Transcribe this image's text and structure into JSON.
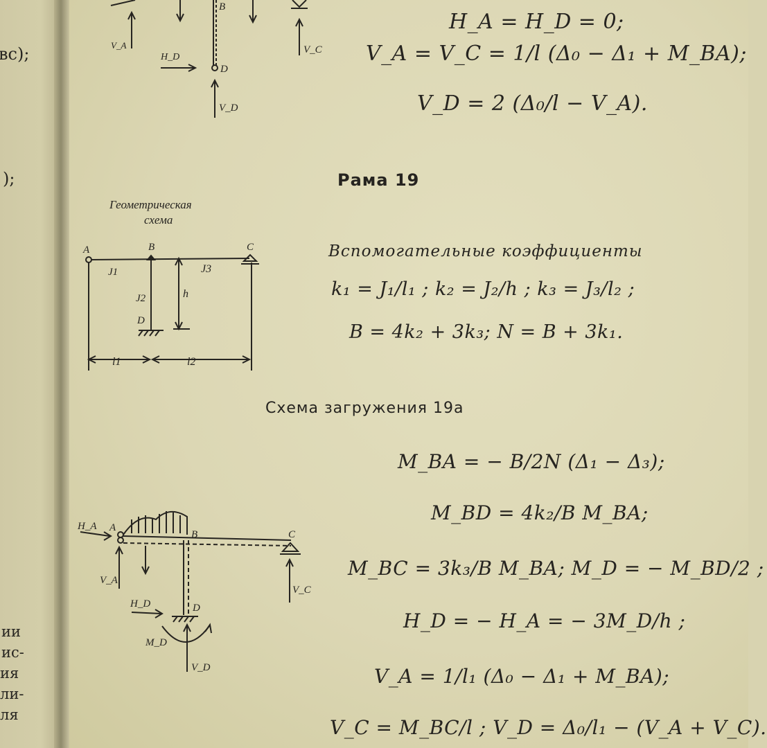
{
  "left_fragments": [
    "вс);",
    ");",
    "ии",
    "ис-",
    "ия",
    "ли-",
    "ля"
  ],
  "top_diagram_labels": {
    "a": "B",
    "b": "V_A",
    "c": "V_C",
    "d": "H_D",
    "e": "D",
    "f": "V_D"
  },
  "top_formulas": [
    "H_A = H_D = 0;",
    "V_A = V_C = 1/l (Δ₀ − Δ₁ + M_BA);",
    "V_D = 2 (Δ₀/l − V_A)."
  ],
  "frame_title": "Рама 19",
  "geometric_scheme": {
    "caption_line1": "Геометрическая",
    "caption_line2": "схема",
    "labels": {
      "a": "A",
      "b": "B",
      "c": "C",
      "d": "D",
      "j1": "J1",
      "j2": "J2",
      "j3": "J3",
      "h": "h",
      "l1": "l1",
      "l2": "l2"
    }
  },
  "aux_title": "Вспомогательные коэффициенты",
  "aux_formulas": [
    "k₁ = J₁/l₁ ; k₂ = J₂/h ; k₃ = J₃/l₂ ;",
    "B = 4k₂ + 3k₃;  N = B + 3k₁."
  ],
  "load_title": "Схема загружения 19а",
  "load_diagram_labels": {
    "ha": "H_A",
    "a": "A",
    "b": "B",
    "c": "C",
    "va": "V_A",
    "vc": "V_C",
    "hd": "H_D",
    "d": "D",
    "md": "M_D",
    "vd": "V_D"
  },
  "load_formulas": [
    "M_BA = − B/2N (Δ₁ − Δ₃);",
    "M_BD = 4k₂/B M_BA;",
    "M_BC = 3k₃/B M_BA;  M_D = − M_BD/2 ;",
    "H_D = − H_A = − 3M_D/h ;",
    "V_A = 1/l₁ (Δ₀ − Δ₁ + M_BA);",
    "V_C = M_BC/l ;  V_D = Δ₀/l₁ − (V_A + V_C)."
  ]
}
